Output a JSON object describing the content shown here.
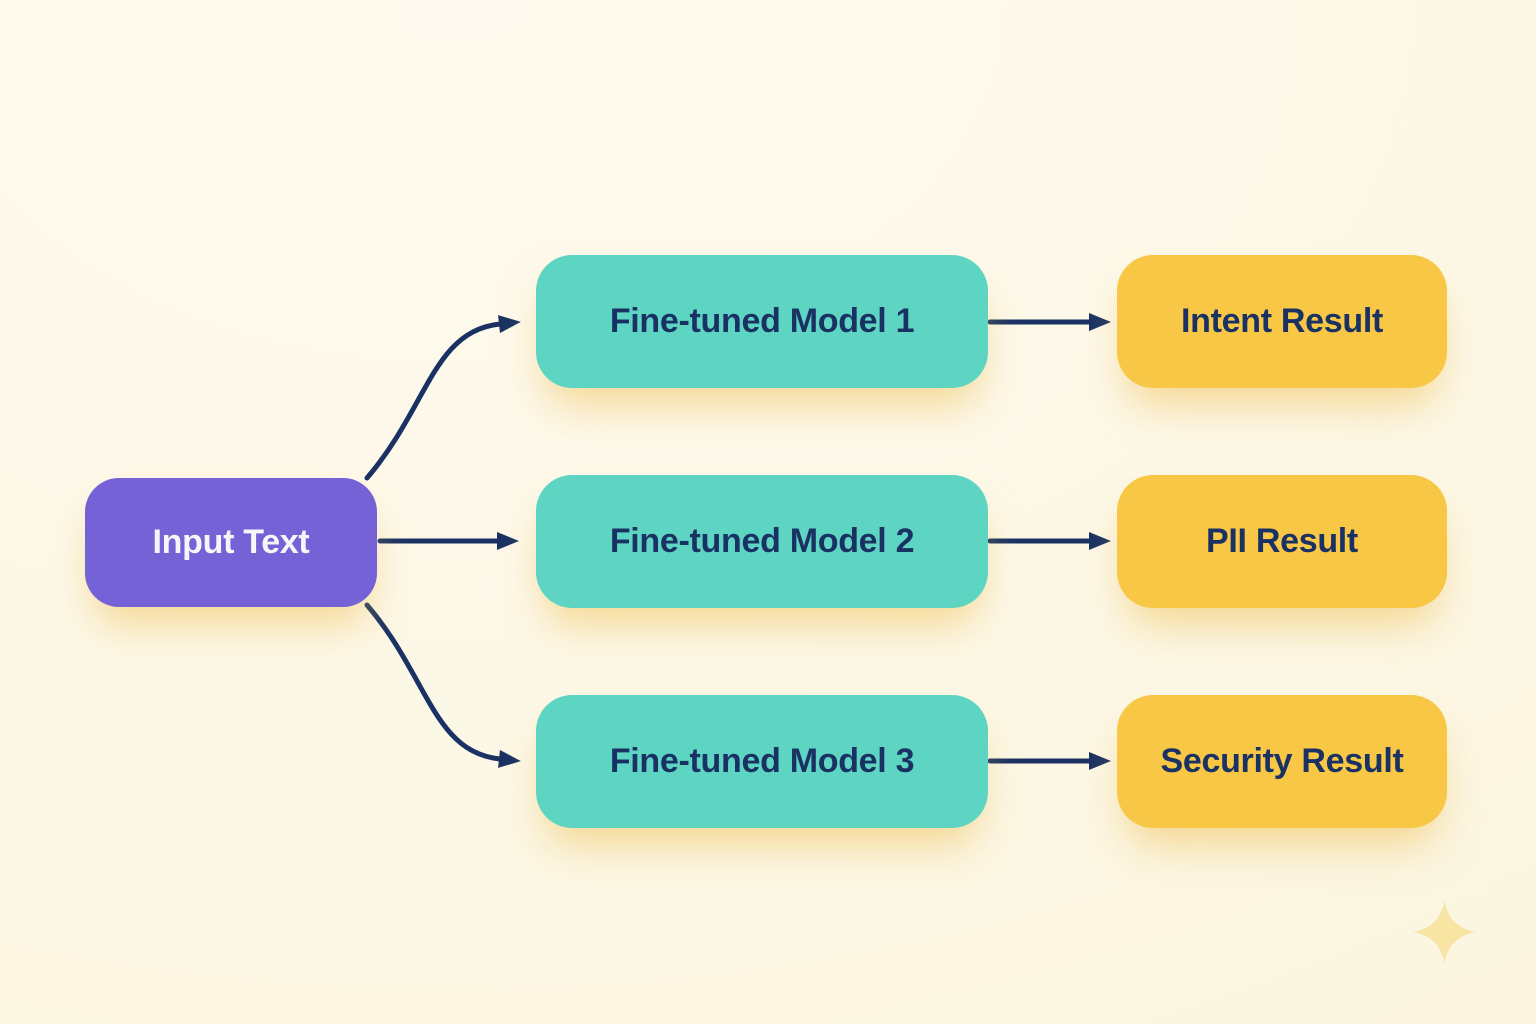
{
  "colors": {
    "purple": "#7462D6",
    "teal": "#5ED5C3",
    "yellow": "#F8C745",
    "navy": "#1A3263",
    "white_text": "#F8F5F9",
    "sparkle": "#F8E5A4",
    "background": "#FCF7E6"
  },
  "diagram": {
    "input_node": {
      "label": "Input Text"
    },
    "model_nodes": [
      {
        "label": "Fine-tuned Model 1"
      },
      {
        "label": "Fine-tuned Model 2"
      },
      {
        "label": "Fine-tuned Model 3"
      }
    ],
    "result_nodes": [
      {
        "label": "Intent Result"
      },
      {
        "label": "PII Result"
      },
      {
        "label": "Security Result"
      }
    ],
    "decoration": {
      "icon": "sparkle-four-point-star"
    }
  }
}
